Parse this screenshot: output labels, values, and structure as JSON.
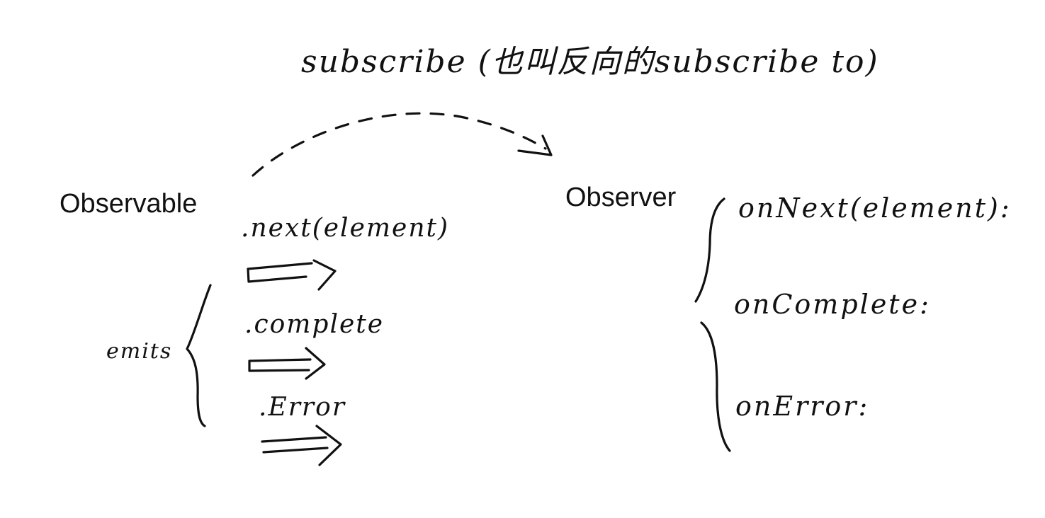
{
  "diagram": {
    "subscribe_caption": "subscribe (也叫反向的subscribe to)",
    "observable_label": "Observable",
    "observer_label": "Observer",
    "emits_label": "emits",
    "methods": [
      {
        "label": ".next(element)"
      },
      {
        "label": ".complete"
      },
      {
        "label": ".Error"
      }
    ],
    "handlers": [
      {
        "label": "onNext(element):"
      },
      {
        "label": "onComplete:"
      },
      {
        "label": "onError:"
      }
    ]
  }
}
